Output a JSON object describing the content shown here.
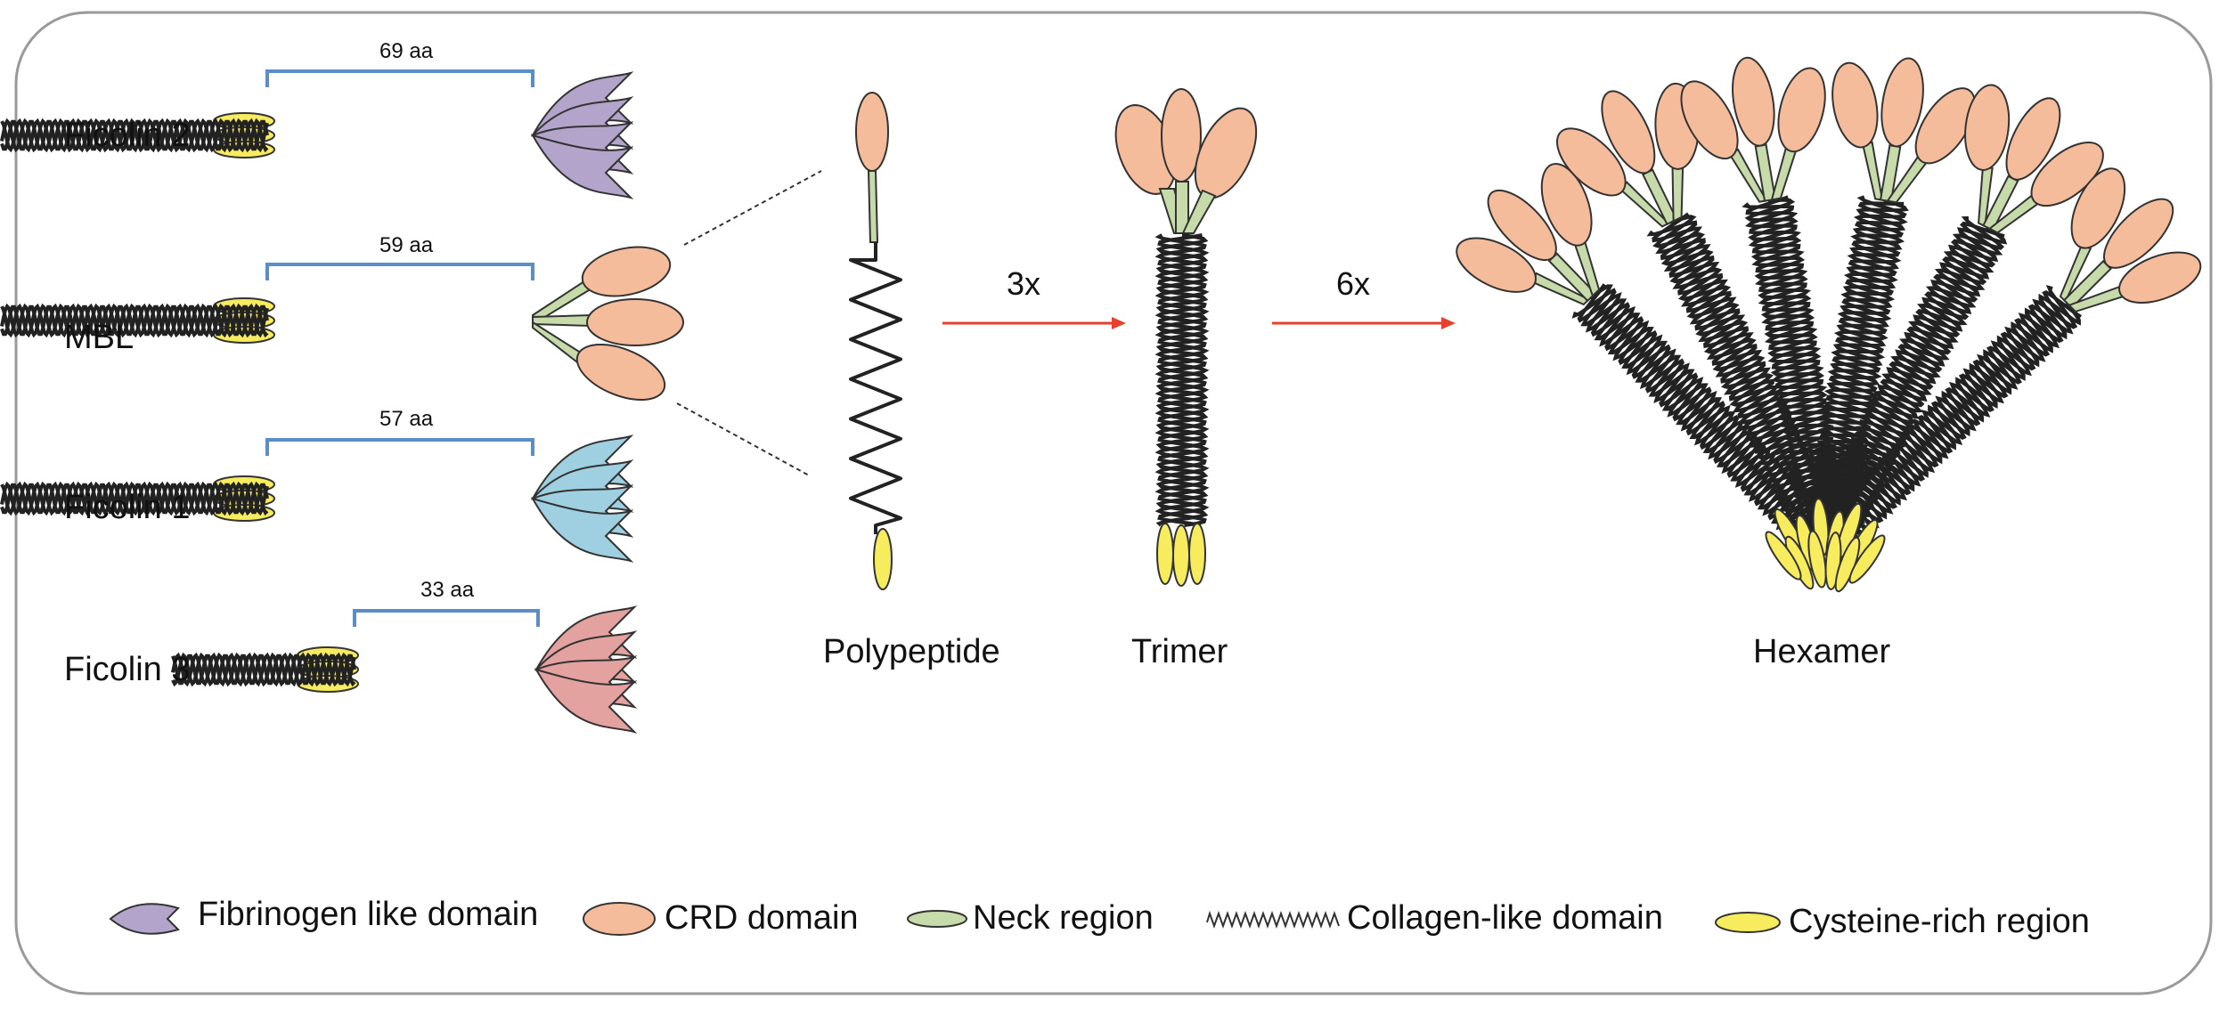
{
  "molecules": [
    {
      "name": "Ficolin 2",
      "length": "69 aa",
      "domain": "fibrinogen",
      "color": "#b3a4cc"
    },
    {
      "name": "MBL",
      "length": "59 aa",
      "domain": "crd",
      "color": "#f4bc9a"
    },
    {
      "name": "Ficolin 1",
      "length": "57 aa",
      "domain": "fibrinogen",
      "color": "#9fd0e2"
    },
    {
      "name": "Ficolin 3",
      "length": "33 aa",
      "domain": "fibrinogen",
      "color": "#e3a19f"
    }
  ],
  "assembly": {
    "stages": [
      "Polypeptide",
      "Trimer",
      "Hexamer"
    ],
    "multipliers": [
      "3x",
      "6x"
    ]
  },
  "legend": [
    {
      "label": "Fibrinogen like domain",
      "icon": "fibrinogen-icon"
    },
    {
      "label": "CRD domain",
      "icon": "crd-icon"
    },
    {
      "label": "Neck region",
      "icon": "neck-icon"
    },
    {
      "label": "Collagen-like domain",
      "icon": "collagen-icon"
    },
    {
      "label": "Cysteine-rich region",
      "icon": "cysteine-icon"
    }
  ],
  "colors": {
    "crd": "#f4bc9a",
    "neck": "#c6dba9",
    "cysteine": "#f7ec5d",
    "collagen": "#222222",
    "bracket": "#5b8ec9",
    "arrow": "#e8402f"
  }
}
